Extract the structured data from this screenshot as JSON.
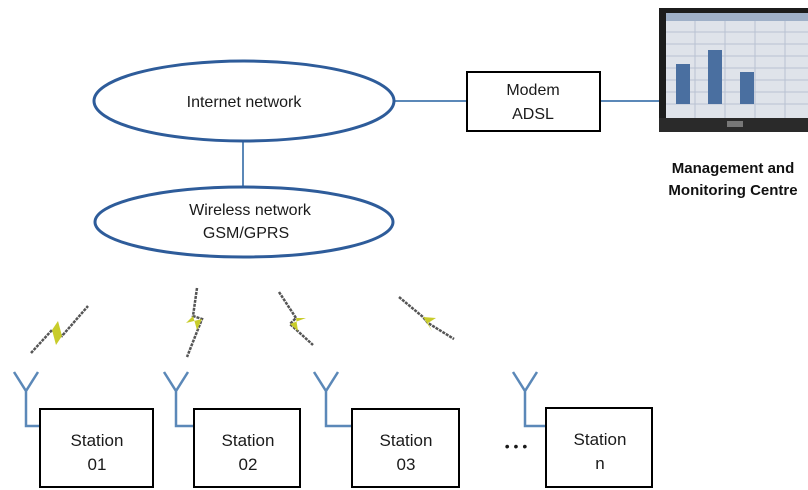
{
  "nodes": {
    "internet": {
      "label": "Internet network"
    },
    "wireless": {
      "line1": "Wireless network",
      "line2": "GSM/GPRS"
    },
    "modem": {
      "line1": "Modem",
      "line2": "ADSL"
    }
  },
  "centre": {
    "line1": "Management and",
    "line2": "Monitoring Centre",
    "device": "laptop-computer"
  },
  "stations": [
    {
      "line1": "Station",
      "line2": "01"
    },
    {
      "line1": "Station",
      "line2": "02"
    },
    {
      "line1": "Station",
      "line2": "03"
    },
    {
      "line1": "Station",
      "line2": "n"
    }
  ],
  "ellipsis": "• • •",
  "colors": {
    "ellipse_stroke": "#2e5c9a",
    "link_line": "#5b88b8",
    "lightning": "#c8cc2a",
    "box_stroke": "#000000"
  }
}
